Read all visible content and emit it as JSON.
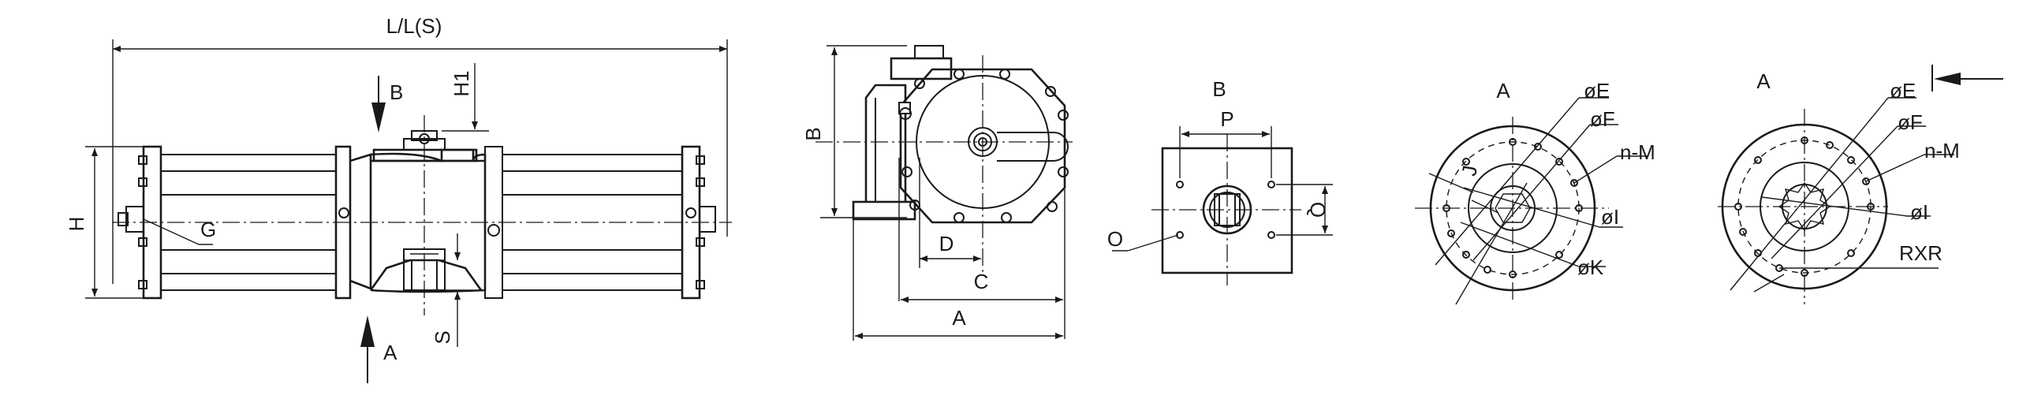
{
  "views": {
    "side": {
      "dim_length": "L/L(S)",
      "dim_height": "H",
      "dim_h1": "H1",
      "dim_s": "S",
      "dim_g": "G",
      "arrow_b": "B",
      "arrow_a": "A"
    },
    "end": {
      "dim_b": "B",
      "dim_a": "A",
      "dim_c": "C",
      "dim_d": "D"
    },
    "top_pad": {
      "dim_b": "B",
      "dim_p": "P",
      "dim_q": "Q",
      "dim_o": "O"
    },
    "flange_a1": {
      "view_label": "A",
      "dim_e": "øE",
      "dim_f": "øF",
      "dim_nm": "n-M",
      "dim_i": "øI",
      "dim_k": "øK",
      "dim_j": "J"
    },
    "flange_a2": {
      "view_label": "A",
      "dim_e": "øE",
      "dim_f": "øF",
      "dim_nm": "n-M",
      "dim_i": "øI",
      "dim_rxr": "RXR"
    }
  }
}
